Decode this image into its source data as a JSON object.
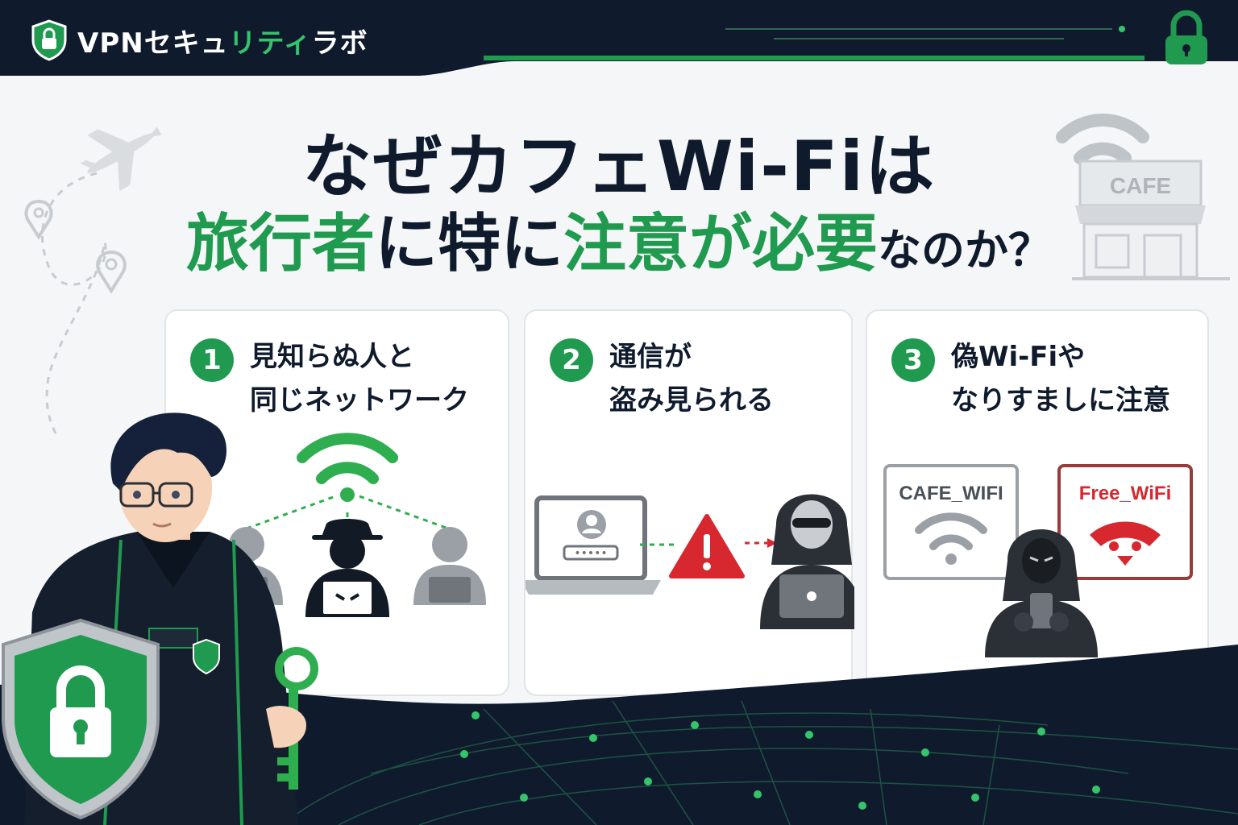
{
  "brand": {
    "prefix": "VPNセキュ",
    "accent": "リティ",
    "suffix": "ラボ"
  },
  "title": {
    "line1": "なぜカフェWi-Fiは",
    "line2_parts": [
      {
        "text": "旅行者",
        "style": "g"
      },
      {
        "text": "に特に",
        "style": ""
      },
      {
        "text": "注意が必要",
        "style": "g"
      },
      {
        "text": "なのか？",
        "style": "s"
      }
    ]
  },
  "cafe_sign": "CAFE",
  "cards": [
    {
      "num": "1",
      "line1": "見知らぬ人と",
      "line2": "同じネットワーク"
    },
    {
      "num": "2",
      "line1": "通信が",
      "line2": "盗み見られる"
    },
    {
      "num": "3",
      "line1": "偽Wi-Fiや",
      "line2": "なりすましに注意"
    }
  ],
  "networks": {
    "legit": "CAFE_WIFI",
    "fake": "Free_WiFi"
  },
  "colors": {
    "navy": "#0f1b2d",
    "green": "#1f9a4f",
    "bright_green": "#34c46a",
    "red": "#d7282f",
    "card_border": "#e1e5e8"
  }
}
